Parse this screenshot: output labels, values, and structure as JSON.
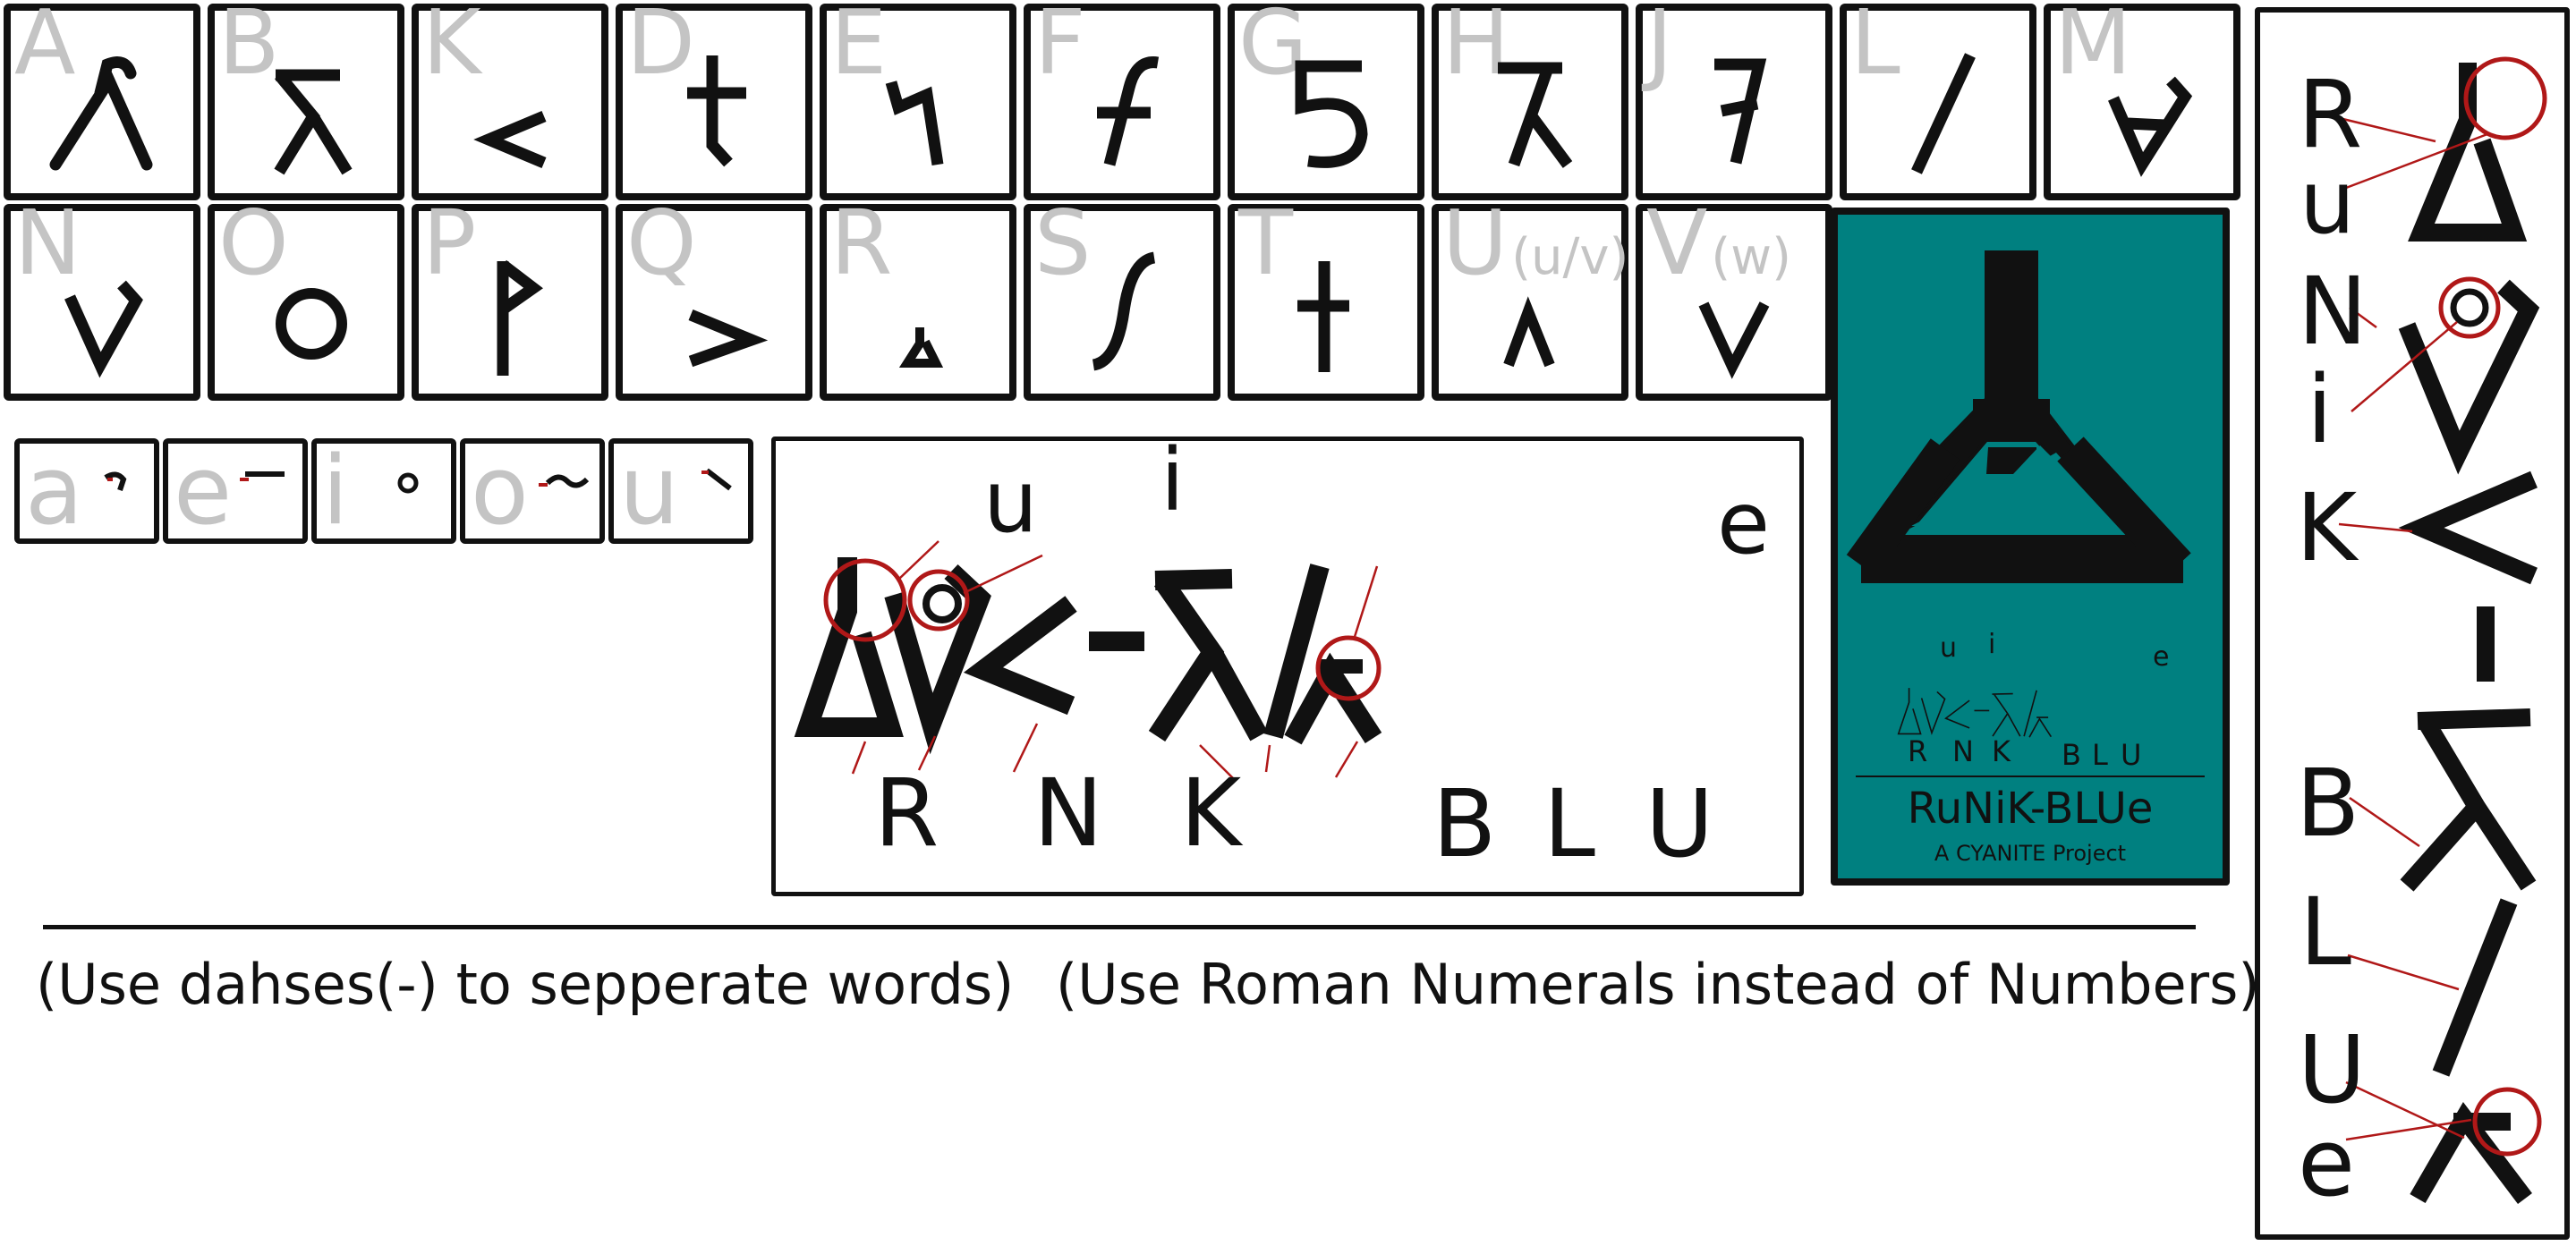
{
  "alphabet_row1": [
    {
      "letter": "A"
    },
    {
      "letter": "B"
    },
    {
      "letter": "K"
    },
    {
      "letter": "D"
    },
    {
      "letter": "E"
    },
    {
      "letter": "F"
    },
    {
      "letter": "G"
    },
    {
      "letter": "H"
    },
    {
      "letter": "J"
    },
    {
      "letter": "L"
    },
    {
      "letter": "M"
    }
  ],
  "alphabet_row2": [
    {
      "letter": "N"
    },
    {
      "letter": "O"
    },
    {
      "letter": "P"
    },
    {
      "letter": "Q"
    },
    {
      "letter": "R"
    },
    {
      "letter": "S"
    },
    {
      "letter": "T"
    },
    {
      "letter": "U",
      "sub": "(u/v)"
    },
    {
      "letter": "V",
      "sub": "(w)"
    }
  ],
  "vowels": [
    {
      "letter": "a"
    },
    {
      "letter": "e"
    },
    {
      "letter": "i"
    },
    {
      "letter": "o"
    },
    {
      "letter": "u"
    }
  ],
  "example": {
    "top_labels": [
      "u",
      "i",
      "e"
    ],
    "bottom_labels": [
      "R",
      "N",
      "K",
      "B",
      "L",
      "U"
    ]
  },
  "logo": {
    "title": "RuNiK-BLUe",
    "subtitle": "A CYANITE Project",
    "mini_top": [
      "u",
      "i",
      "e"
    ],
    "mini_bottom": [
      "R",
      "N",
      "K",
      "B",
      "L",
      "U"
    ],
    "background": "#008080"
  },
  "vertical": {
    "labels": [
      "R",
      "u",
      "N",
      "i",
      "K",
      "B",
      "L",
      "U",
      "e"
    ]
  },
  "notes": {
    "left": "(Use dahses(-) to sepperate words)",
    "right": "(Use Roman Numerals instead of Numbers)"
  },
  "colors": {
    "accent_red": "#b01818",
    "ink": "#111111",
    "ghost": "#c4c4c4"
  }
}
